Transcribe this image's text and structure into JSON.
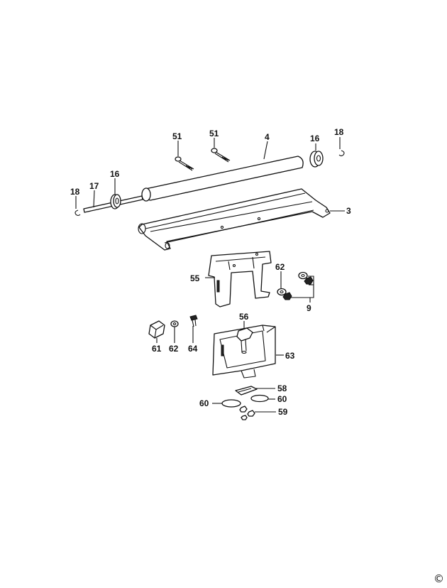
{
  "labels": {
    "l51a": "51",
    "l51b": "51",
    "l4": "4",
    "l16a": "16",
    "l18a": "18",
    "l16b": "16",
    "l17": "17",
    "l18b": "18",
    "l3": "3",
    "l55": "55",
    "l62a": "62",
    "l9": "9",
    "l56": "56",
    "l63": "63",
    "l61": "61",
    "l62b": "62",
    "l64": "64",
    "l58": "58",
    "l60a": "60",
    "l60b": "60",
    "l59": "59"
  },
  "copyright": "©"
}
